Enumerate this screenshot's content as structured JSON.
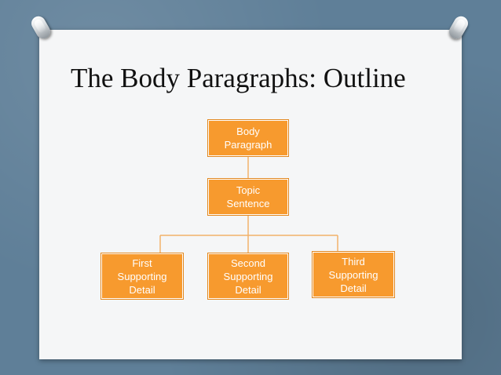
{
  "slide": {
    "title": "The Body Paragraphs: Outline"
  },
  "diagram": {
    "root": {
      "lines": [
        "Body",
        "Paragraph"
      ]
    },
    "topic": {
      "lines": [
        "Topic",
        "Sentence"
      ]
    },
    "details": [
      {
        "lines": [
          "First",
          "Supporting",
          "Detail"
        ]
      },
      {
        "lines": [
          "Second",
          "Supporting",
          "Detail"
        ]
      },
      {
        "lines": [
          "Third",
          "Supporting",
          "Detail"
        ]
      }
    ]
  },
  "colors": {
    "node_fill": "#f79a2e",
    "node_text": "#ffffff",
    "connector": "#f2b26a",
    "background": "#5f7f98",
    "card": "#f5f6f7"
  }
}
